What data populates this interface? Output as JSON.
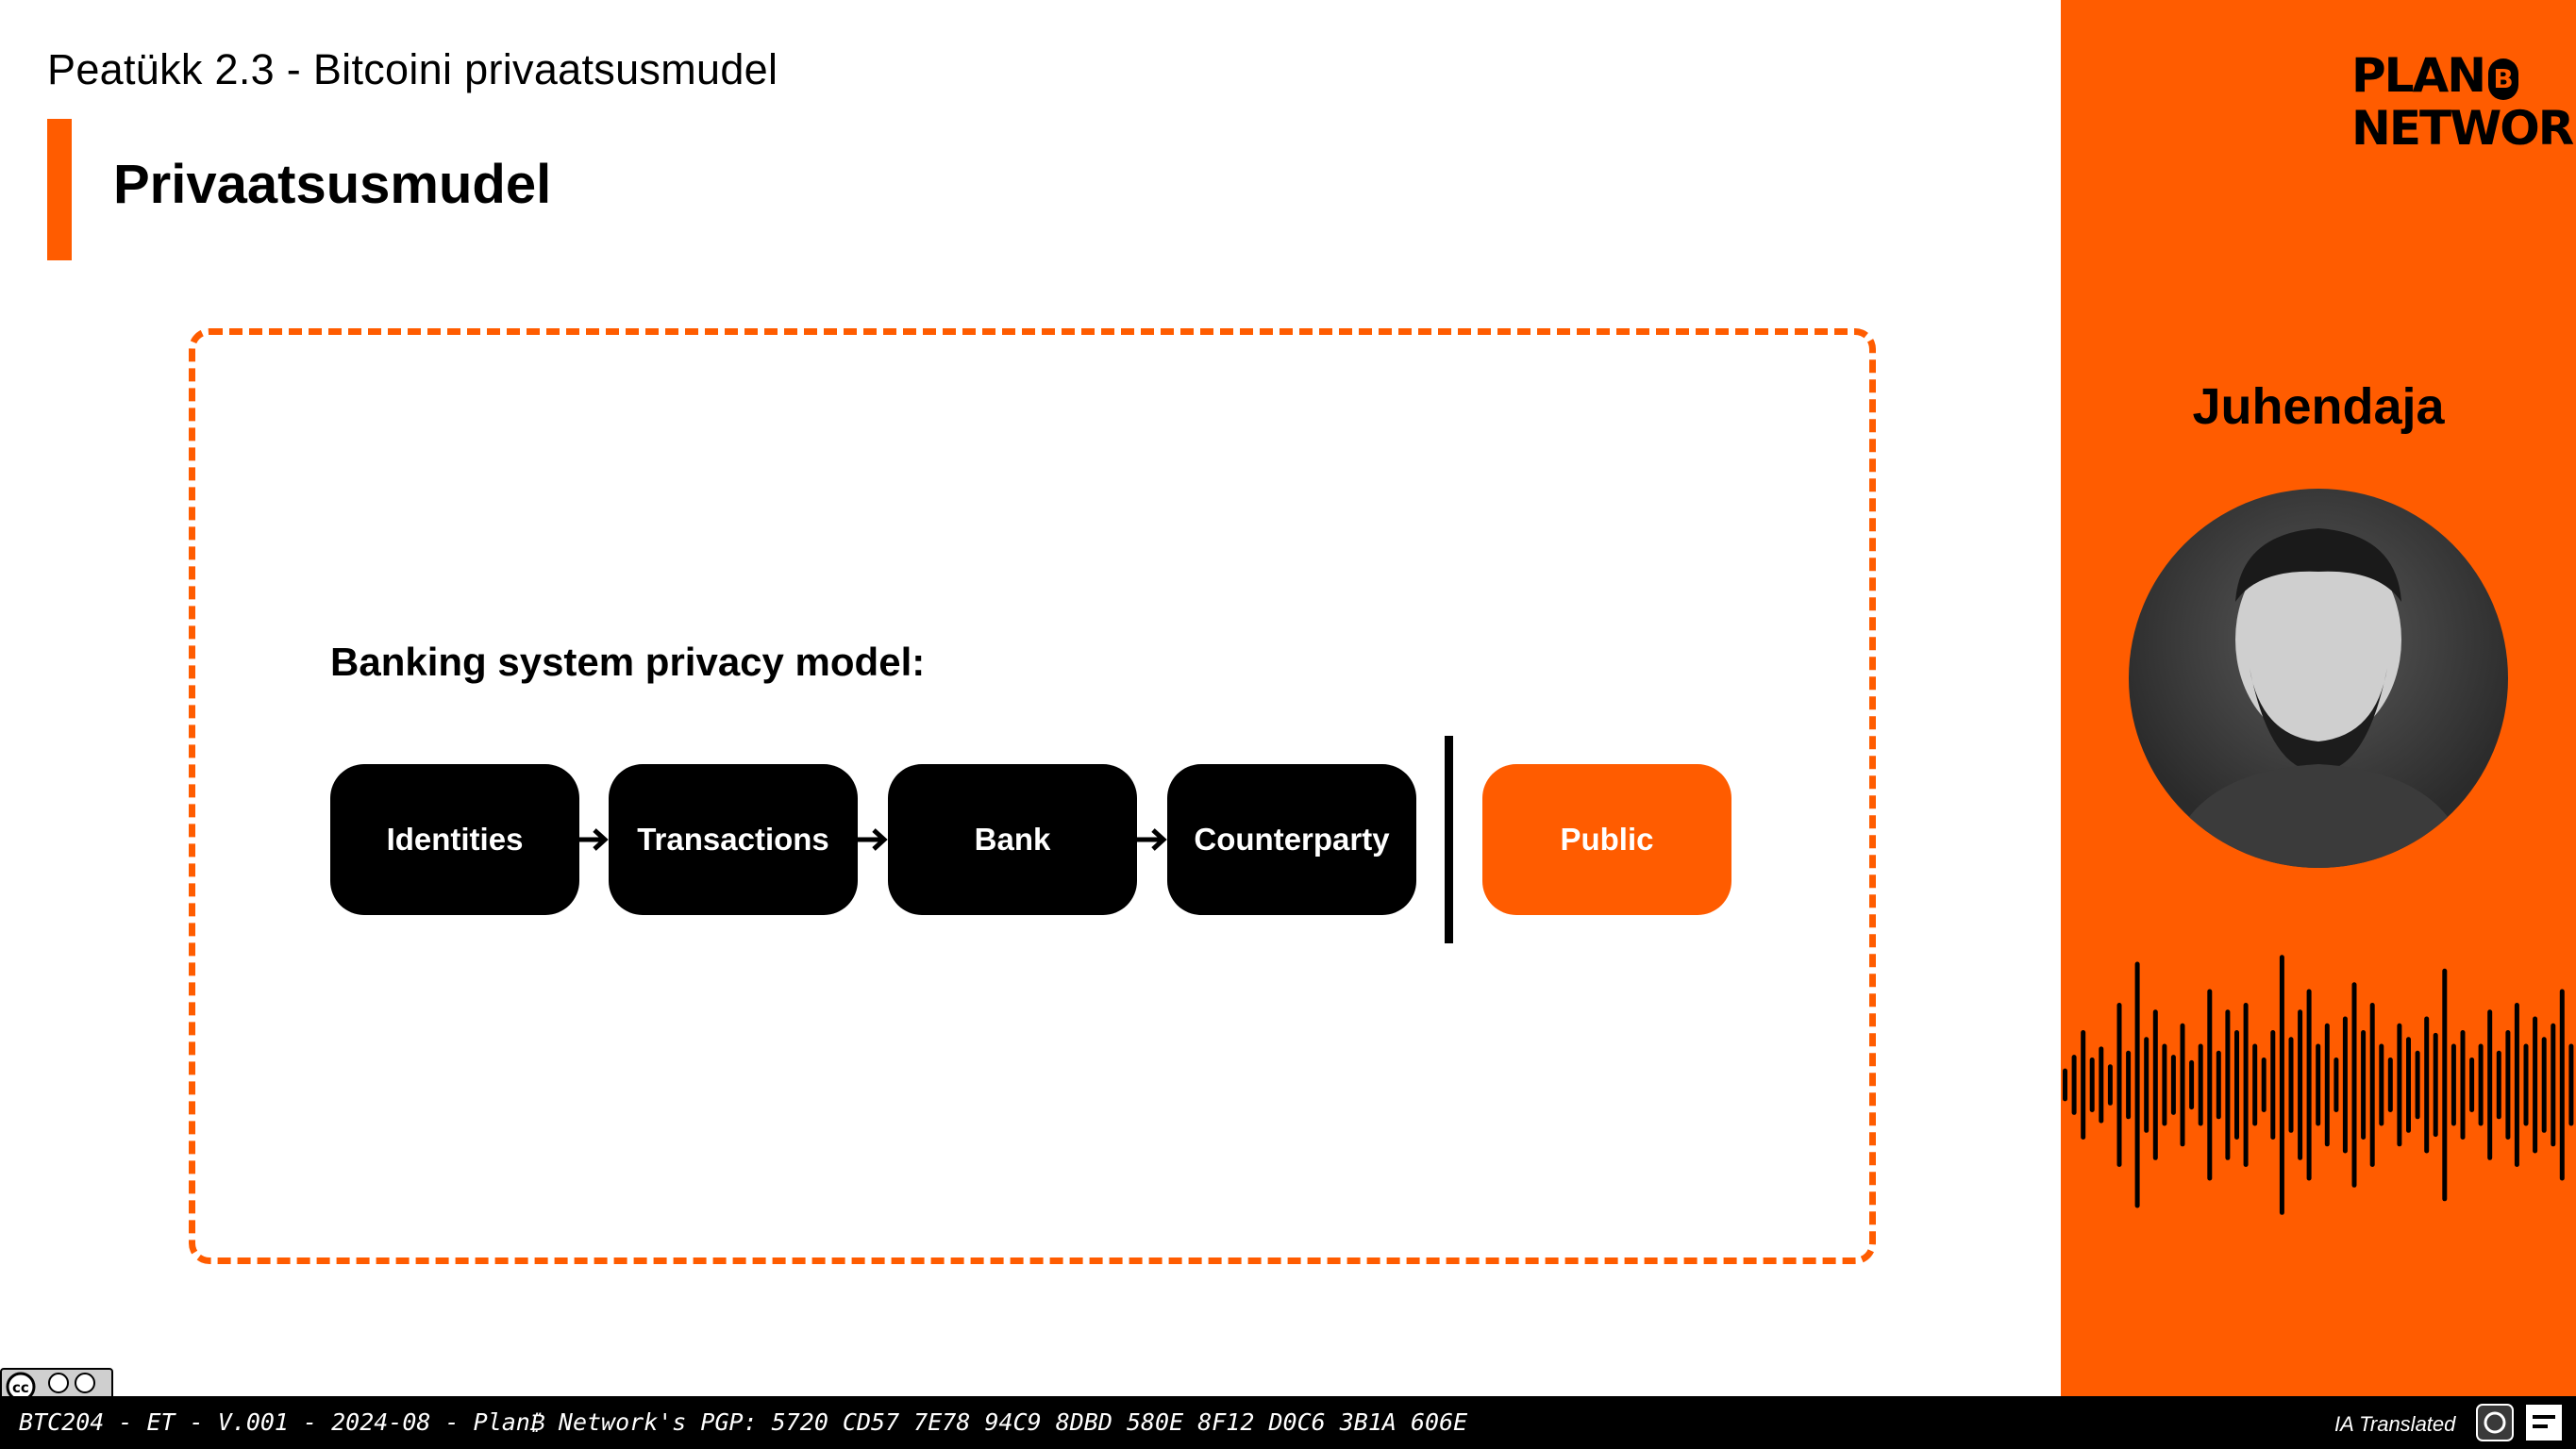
{
  "header": {
    "chapter_title": "Peatükk 2.3 - Bitcoini privaatsusmudel",
    "section_title": "Privaatsusmudel"
  },
  "diagram": {
    "heading": "Banking system privacy model:",
    "flow": [
      "Identities",
      "Transactions",
      "Bank",
      "Counterparty"
    ],
    "public_label": "Public"
  },
  "side_panel": {
    "logo_line1": "PLAN",
    "logo_b": "B",
    "logo_line2": "NETWORK",
    "guide_label": "Juhendaja"
  },
  "footer": {
    "text": "BTC204 - ET - V.001 - 2024-08 - Plan₿ Network's PGP: 5720 CD57 7E78 94C9 8DBD 580E 8F12 D0C6 3B1A 606E",
    "translated_label": "IA Translated"
  },
  "colors": {
    "accent": "#ff5c00",
    "dark": "#000000"
  }
}
